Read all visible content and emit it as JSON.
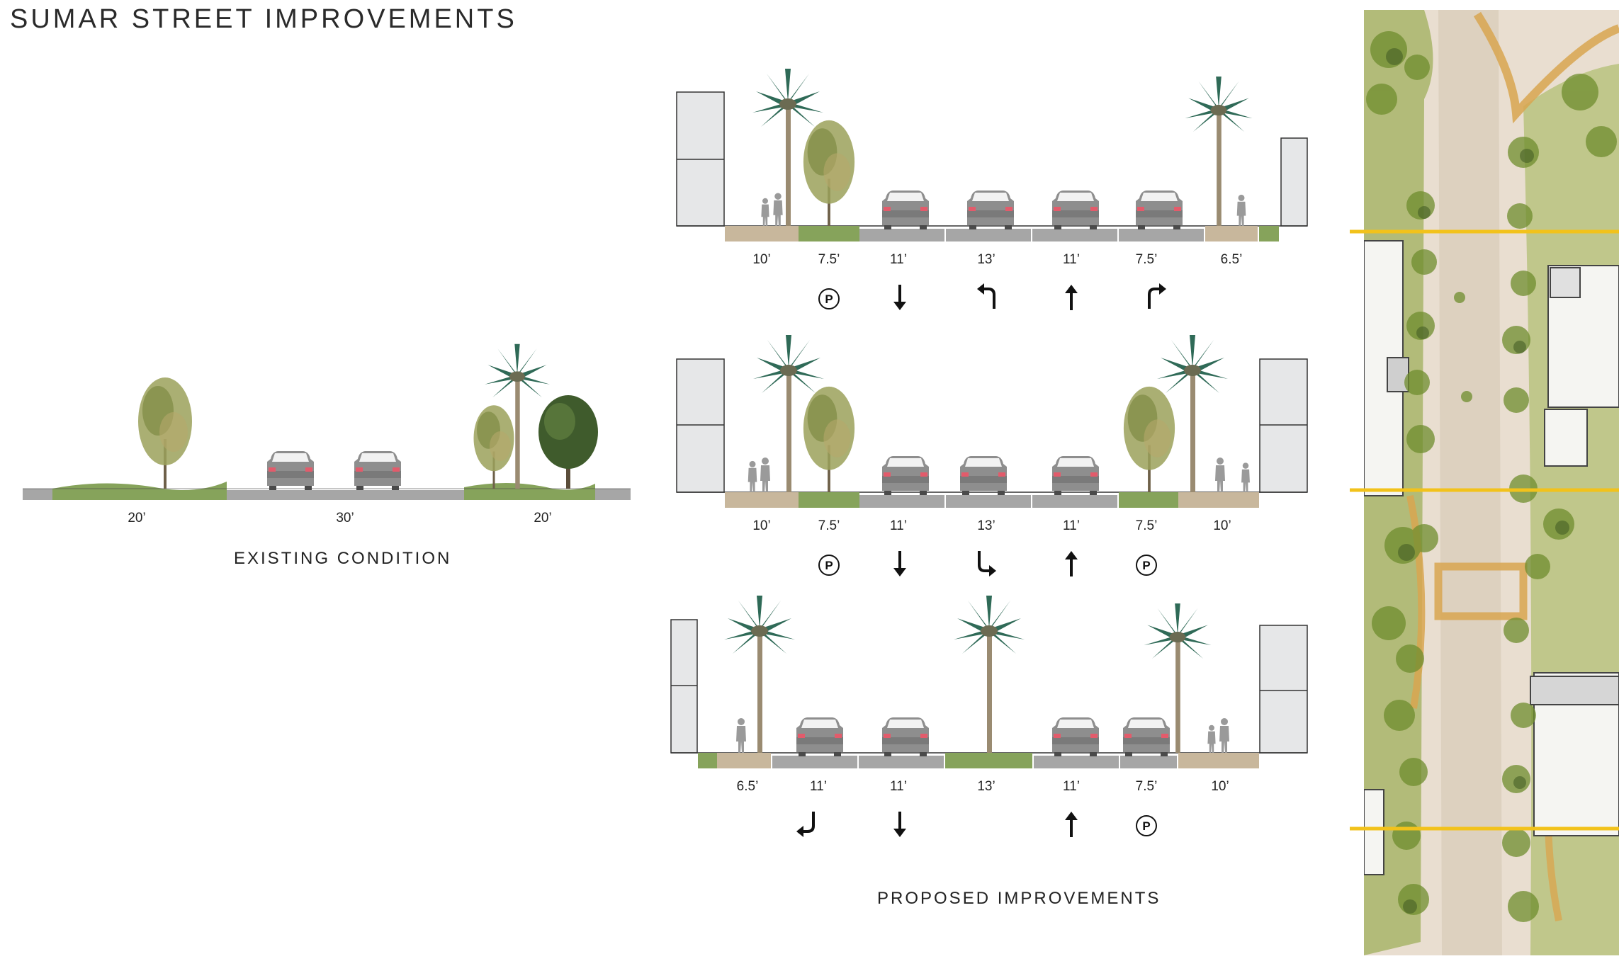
{
  "title": "SUMAR STREET IMPROVEMENTS",
  "existing": {
    "caption": "EXISTING CONDITION",
    "dims": [
      "20’",
      "30’",
      "20’"
    ]
  },
  "proposed": {
    "caption": "PROPOSED IMPROVEMENTS",
    "sections": [
      {
        "dims": [
          "10’",
          "7.5’",
          "11’",
          "13’",
          "11’",
          "7.5’",
          "6.5’"
        ],
        "symbols": [
          "parking",
          "arrow-down",
          "arrow-left-turn",
          "arrow-up",
          "arrow-right-turn"
        ]
      },
      {
        "dims": [
          "10’",
          "7.5’",
          "11’",
          "13’",
          "11’",
          "7.5’",
          "10’"
        ],
        "symbols": [
          "parking",
          "arrow-down",
          "arrow-down-left-turn",
          "arrow-up",
          "parking"
        ]
      },
      {
        "dims": [
          "6.5’",
          "11’",
          "11’",
          "13’",
          "11’",
          "7.5’",
          "10’"
        ],
        "symbols": [
          "arrow-down-right-turn",
          "arrow-down",
          "arrow-up",
          "parking"
        ]
      }
    ]
  },
  "symbol_parking_letter": "P",
  "colors": {
    "road": "#a6a6a6",
    "sidewalk": "#c8b79c",
    "planting": "#86a35b",
    "building": "#e6e7e8",
    "section_line": "#f2c21b",
    "car_body": "#8c8c8c",
    "tail_light": "#e35b6b",
    "person": "#9a9a9a"
  }
}
